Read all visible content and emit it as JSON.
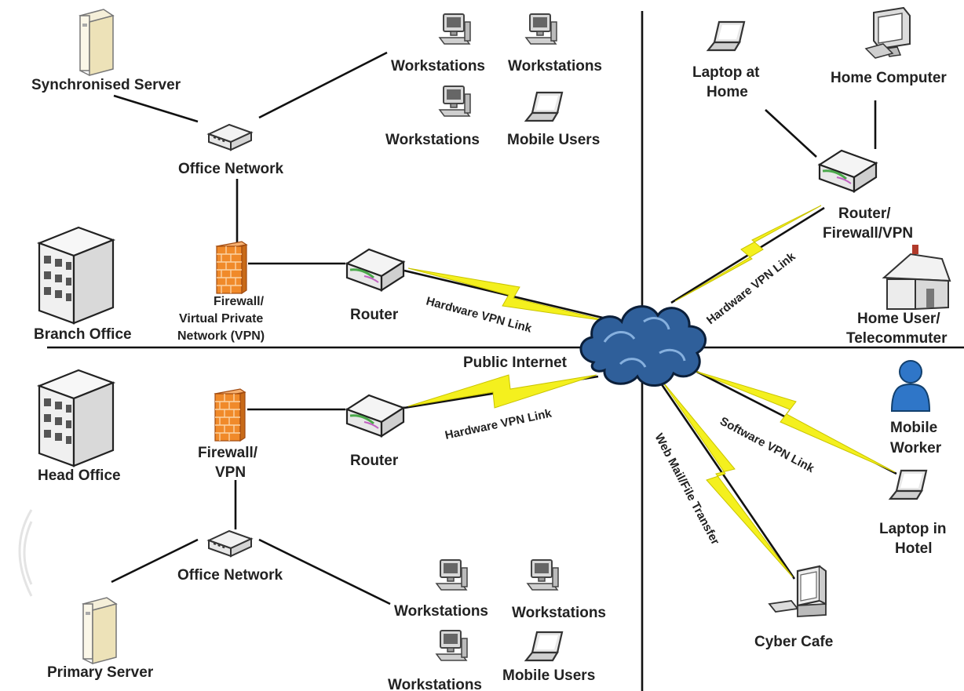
{
  "labels": {
    "synchronised_server": "Synchronised Server",
    "office_network_top": "Office Network",
    "workstations_1": "Workstations",
    "workstations_2": "Workstations",
    "workstations_3": "Workstations",
    "mobile_users_top": "Mobile Users",
    "branch_office": "Branch Office",
    "firewall_vpn_top_1": "Firewall/",
    "firewall_vpn_top_2": "Virtual Private",
    "firewall_vpn_top_3": "Network (VPN)",
    "router_top": "Router",
    "hw_link_1": "Hardware VPN Link",
    "public_internet": "Public Internet",
    "laptop_home_1": "Laptop at",
    "laptop_home_2": "Home",
    "home_computer": "Home Computer",
    "router_fw_1": "Router/",
    "router_fw_2": "Firewall/VPN",
    "hw_link_2": "Hardware VPN Link",
    "home_user_1": "Home User/",
    "home_user_2": "Telecommuter",
    "head_office": "Head Office",
    "firewall_bottom_1": "Firewall/",
    "firewall_bottom_2": "VPN",
    "router_bottom": "Router",
    "hw_link_3": "Hardware VPN Link",
    "office_network_bottom": "Office Network",
    "workstations_4": "Workstations",
    "workstations_5": "Workstations",
    "workstations_6": "Workstations",
    "mobile_users_bottom": "Mobile Users",
    "primary_server": "Primary Server",
    "mobile_worker_1": "Mobile",
    "mobile_worker_2": "Worker",
    "sw_link": "Software VPN Link",
    "laptop_hotel_1": "Laptop in",
    "laptop_hotel_2": "Hotel",
    "webmail": "Web Mail/File Transfer",
    "cyber_cafe": "Cyber Cafe"
  },
  "icons": {
    "server": "server-tower-icon",
    "hub": "network-switch-icon",
    "workstation": "desktop-workstation-icon",
    "laptop": "laptop-icon",
    "building": "office-building-icon",
    "firewall": "brick-firewall-icon",
    "router": "router-icon",
    "cloud": "internet-cloud-icon",
    "monitor": "home-computer-icon",
    "house": "house-icon",
    "person": "person-icon",
    "kiosk": "cyber-cafe-terminal-icon"
  },
  "colors": {
    "lightning": "#f4f01e",
    "cloud": "#2f5f9a",
    "firewall": "#f08a2a",
    "person": "#2f76c8",
    "lines": "#111111"
  }
}
